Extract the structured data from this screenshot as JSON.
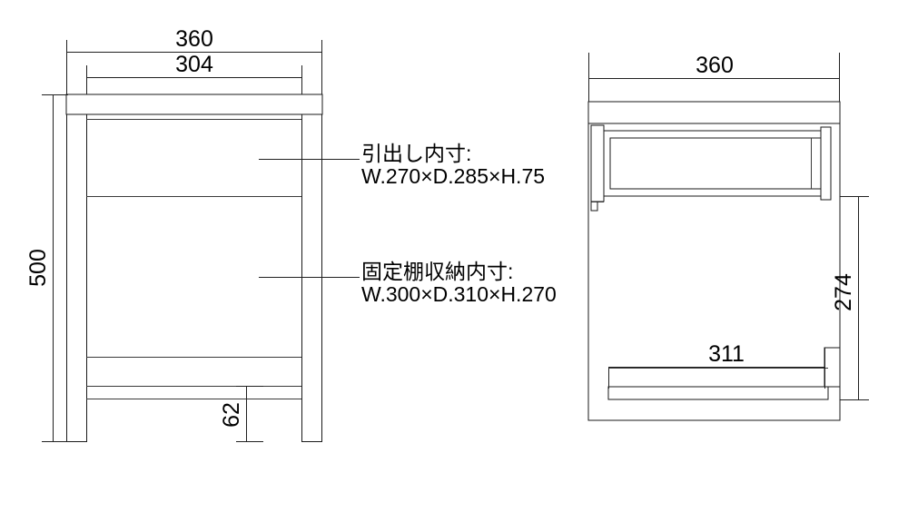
{
  "drawing": {
    "title": "Nightstand dimensional drawing",
    "units": "mm",
    "line_color": "#1a1a1a",
    "background_color": "#ffffff"
  },
  "front_view": {
    "name": "front-elevation",
    "dimensions": {
      "overall_width": "360",
      "inner_width": "304",
      "overall_height": "500",
      "bottom_clearance": "62"
    }
  },
  "side_view": {
    "name": "side-elevation",
    "dimensions": {
      "overall_depth": "360",
      "lower_height": "274",
      "shelf_depth": "311"
    }
  },
  "annotations": [
    {
      "id": "drawer-inner",
      "line1": "引出し内寸:",
      "line2": "W.270×D.285×H.75"
    },
    {
      "id": "fixed-shelf-inner",
      "line1": "固定棚収納内寸:",
      "line2": "W.300×D.310×H.270"
    }
  ]
}
